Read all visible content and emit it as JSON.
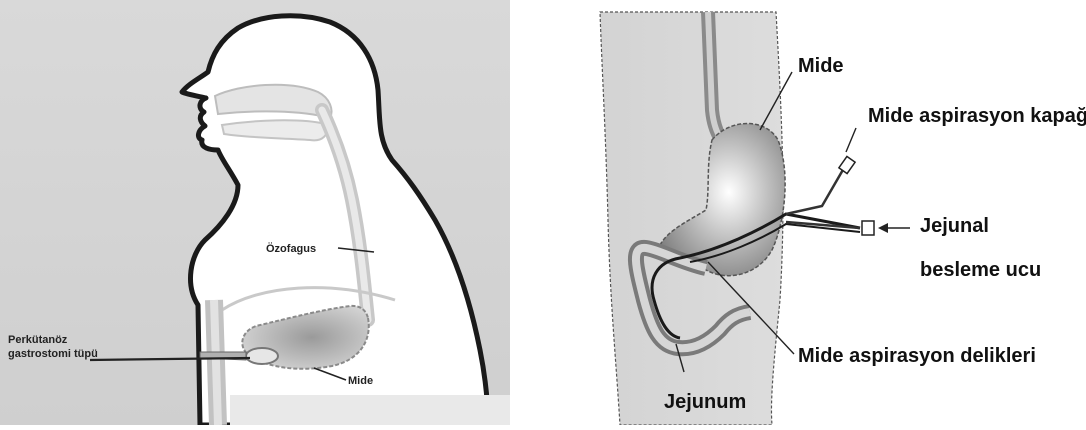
{
  "left_figure": {
    "labels": {
      "esophagus": "Özofagus",
      "tube_line1": "Perkütanöz",
      "tube_line2": "gastrostomi tüpü",
      "stomach": "Mide"
    }
  },
  "right_figure": {
    "labels": {
      "stomach": "Mide",
      "aspiration_cap": "Mide aspirasyon kapağı",
      "jejunal_line1": "Jejunal",
      "jejunal_line2": "besleme ucu",
      "aspiration_holes": "Mide aspirasyon delikleri",
      "jejunum": "Jejunum"
    }
  }
}
